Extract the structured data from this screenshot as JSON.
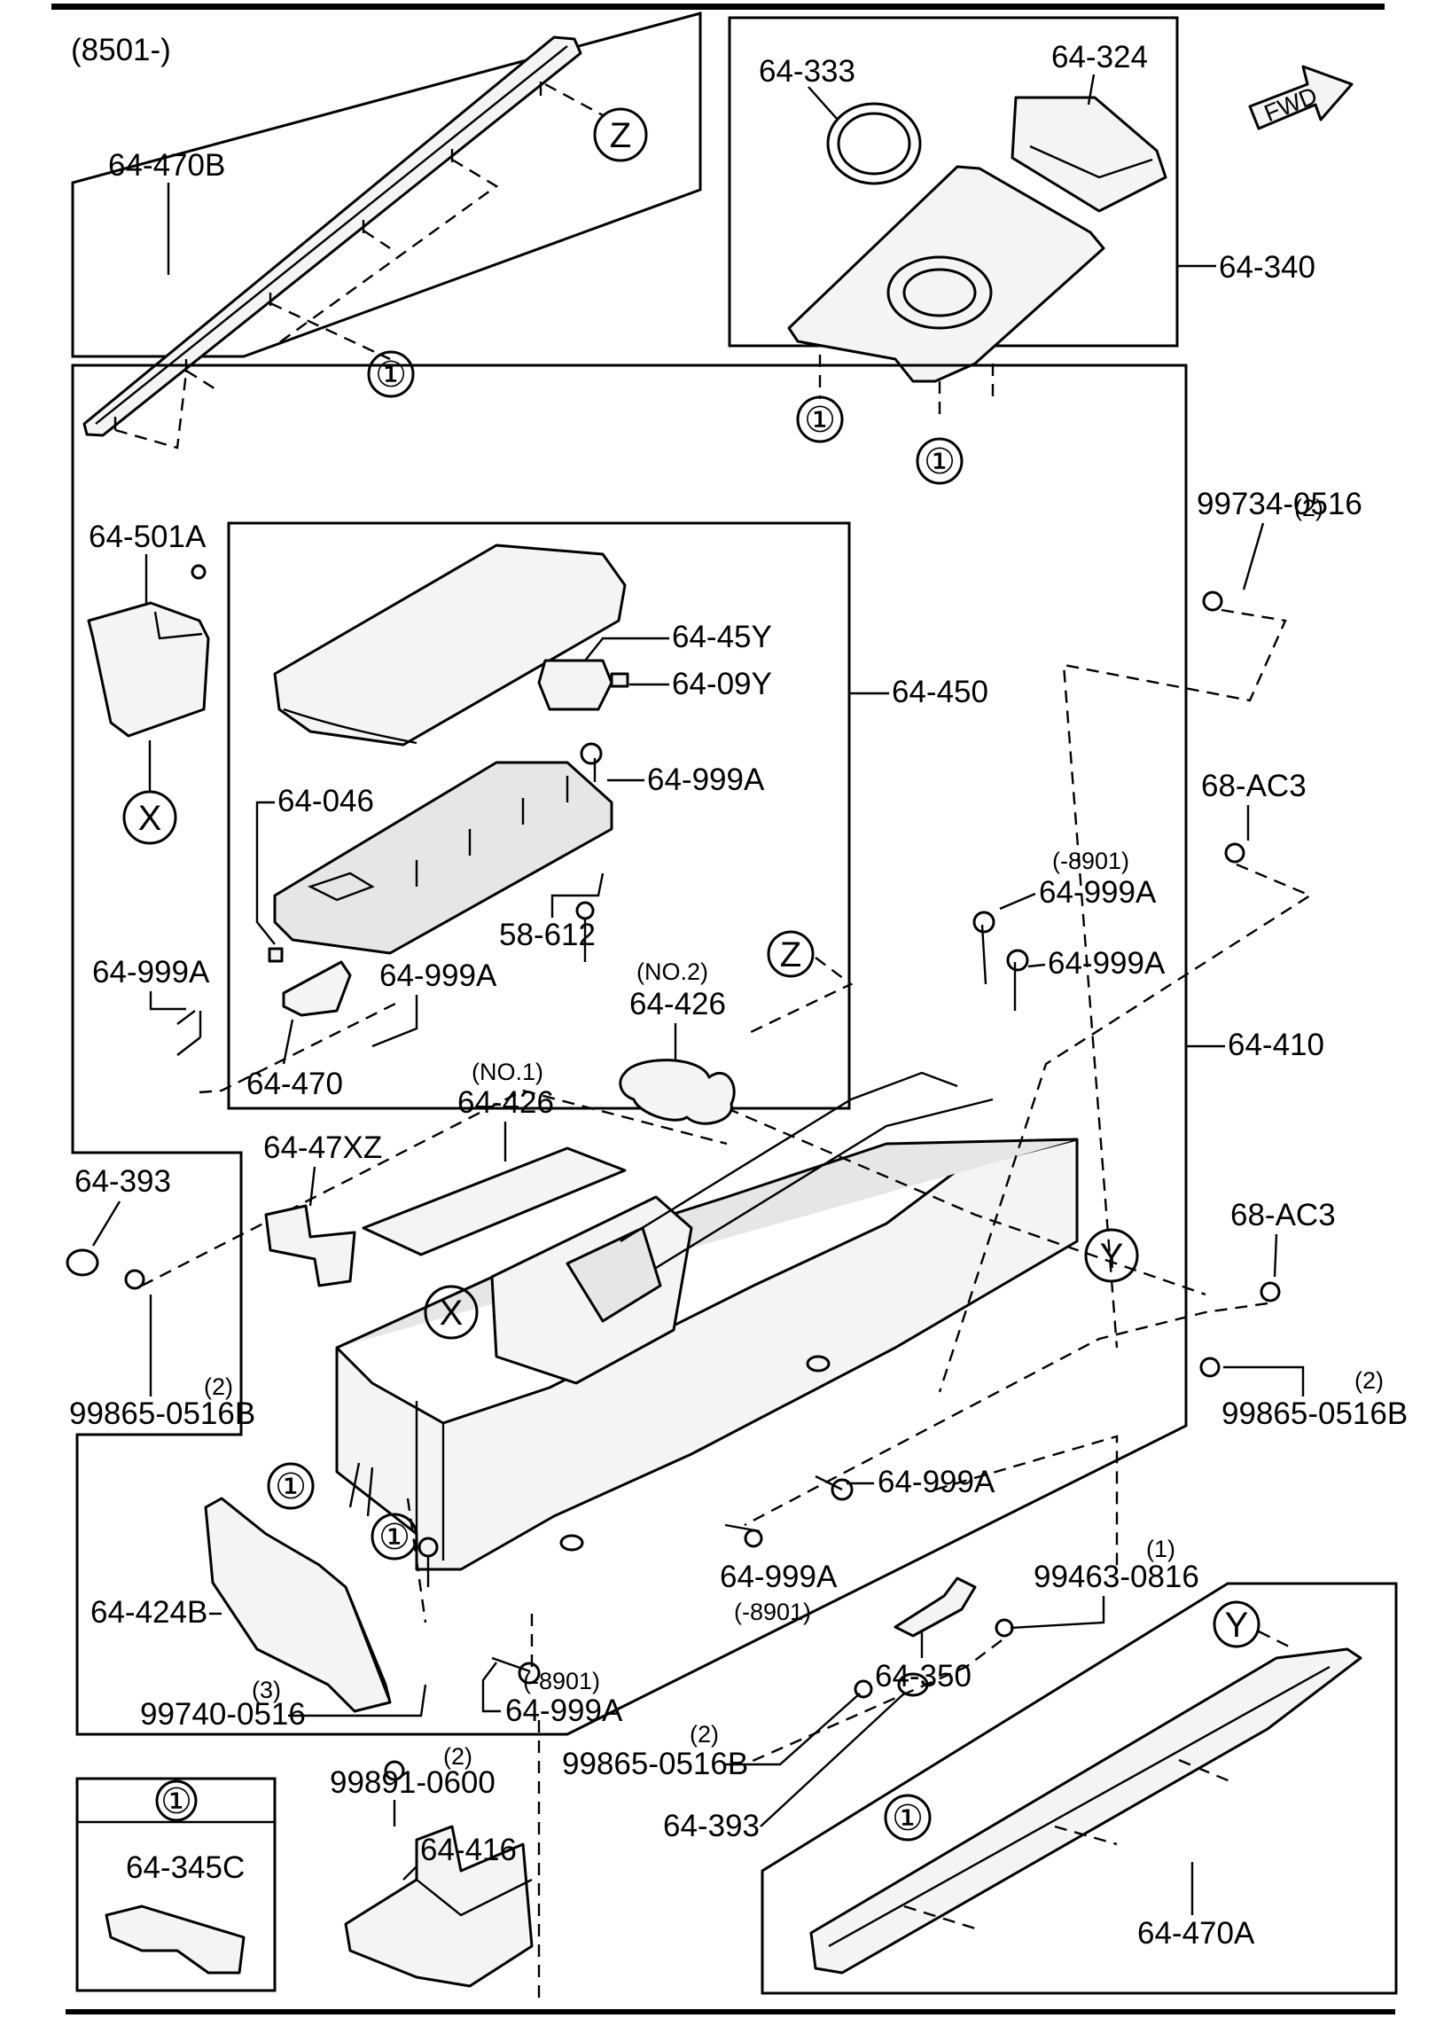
{
  "header": {
    "model_range": "(8501-)"
  },
  "fwd_arrow": {
    "label": "FWD"
  },
  "ref_circles": {
    "z_top": "Z",
    "one_top_left": "①",
    "one_top_right_a": "①",
    "one_top_right_b": "①",
    "x_left": "X",
    "z_mid": "Z",
    "x_mid": "X",
    "y_mid": "Y",
    "one_lower_a": "①",
    "one_lower_b": "①",
    "y_lower": "Y",
    "one_lower_right": "①",
    "one_legend": "①"
  },
  "labels": {
    "p_64_470B": "64-470B",
    "p_64_333": "64-333",
    "p_64_324": "64-324",
    "p_64_340": "64-340",
    "p_99734_qty": "(2)",
    "p_99734_0516": "99734-0516",
    "p_64_501A": "64-501A",
    "p_64_45Y": "64-45Y",
    "p_64_09Y": "64-09Y",
    "p_64_450": "64-450",
    "p_64_999A_a": "64-999A",
    "p_68_AC3_a": "68-AC3",
    "p_64_046": "64-046",
    "p_8901_a": "(-8901)",
    "p_64_999A_b": "64-999A",
    "p_58_612": "58-612",
    "p_64_999A_c": "64-999A",
    "p_64_999A_d": "64-999A",
    "p_64_999A_e": "64-999A",
    "p_no2": "(NO.2)",
    "p_64_426_a": "64-426",
    "p_64_410": "64-410",
    "p_64_470": "64-470",
    "p_no1": "(NO.1)",
    "p_64_426_b": "64-426",
    "p_64_47XZ": "64-47XZ",
    "p_64_393_a": "64-393",
    "p_68_AC3_b": "68-AC3",
    "p_99865_qty_a": "(2)",
    "p_99865_0516B_a": "99865-0516B",
    "p_99865_qty_b": "(2)",
    "p_99865_0516B_b": "99865-0516B",
    "p_64_999A_f": "64-999A",
    "p_64_999A_g": "64-999A",
    "p_8901_b": "(-8901)",
    "p_99463_qty": "(1)",
    "p_99463_0816": "99463-0816",
    "p_64_424B": "64-424B",
    "p_64_350": "64-350",
    "p_99740_qty": "(3)",
    "p_99740_0516": "99740-0516",
    "p_8901_c": "(-8901)",
    "p_64_999A_h": "64-999A",
    "p_99865_qty_c": "(2)",
    "p_99865_0516B_c": "99865-0516B",
    "p_99891_qty": "(2)",
    "p_99891_0600": "99891-0600",
    "p_64_345C": "64-345C",
    "p_64_416": "64-416",
    "p_64_393_b": "64-393",
    "p_64_470A": "64-470A"
  }
}
